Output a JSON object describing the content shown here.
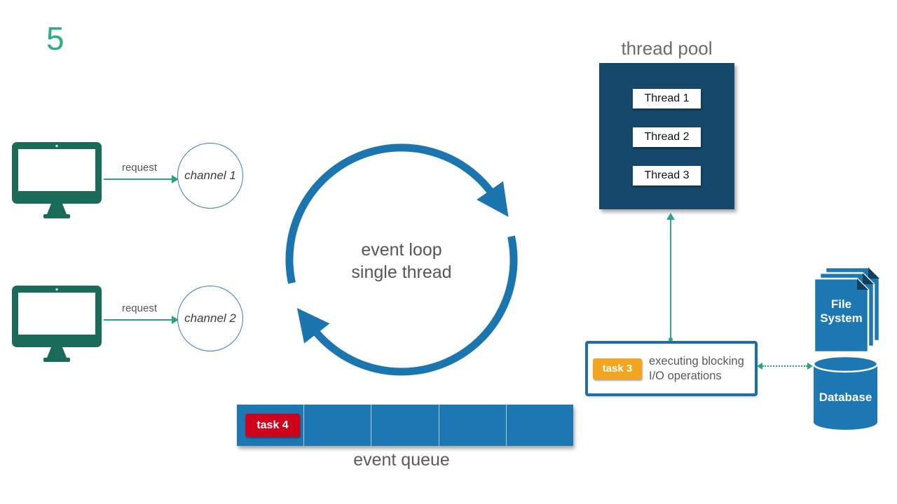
{
  "page": {
    "slide_number": "5",
    "background": "#ffffff"
  },
  "colors": {
    "accent_green": "#2BA47E",
    "monitor_teal": "#1A6B5A",
    "loop_blue": "#1B76B0",
    "thread_pool_navy": "#15486B",
    "storage_blue": "#1D77B3",
    "task_orange": "#F2A51F",
    "task_red": "#D0021B",
    "text_gray": "#595959"
  },
  "clients": {
    "client1": {
      "request_label": "request",
      "channel_label": "channel 1"
    },
    "client2": {
      "request_label": "request",
      "channel_label": "channel 2"
    }
  },
  "event_loop": {
    "line1": "event loop",
    "line2": "single thread"
  },
  "thread_pool": {
    "title": "thread pool",
    "threads": [
      "Thread 1",
      "Thread 2",
      "Thread 3"
    ]
  },
  "blocking_box": {
    "task_label": "task 3",
    "description": "executing blocking I/O operations"
  },
  "storage": {
    "file_system": "File System",
    "database": "Database"
  },
  "event_queue": {
    "task_label": "task 4",
    "caption": "event queue",
    "slot_count": 5
  }
}
